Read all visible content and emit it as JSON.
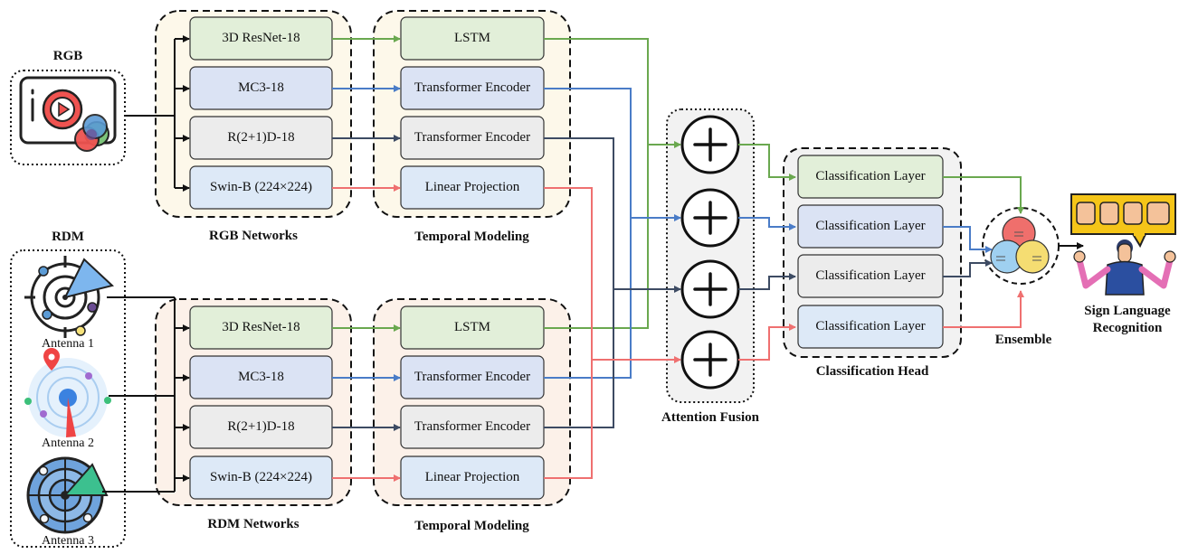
{
  "inputs": {
    "rgb_title": "RGB",
    "rdm_title": "RDM",
    "antenna_labels": [
      "Antenna 1",
      "Antenna 2",
      "Antenna 3"
    ]
  },
  "rgb_networks": {
    "group_label": "RGB Networks",
    "items": [
      "3D ResNet-18",
      "MC3-18",
      "R(2+1)D-18",
      "Swin-B (224×224)"
    ]
  },
  "rgb_temporal": {
    "group_label": "Temporal Modeling",
    "items": [
      "LSTM",
      "Transformer Encoder",
      "Transformer Encoder",
      "Linear Projection"
    ]
  },
  "rdm_networks": {
    "group_label": "RDM Networks",
    "items": [
      "3D ResNet-18",
      "MC3-18",
      "R(2+1)D-18",
      "Swin-B (224×224)"
    ]
  },
  "rdm_temporal": {
    "group_label": "Temporal Modeling",
    "items": [
      "LSTM",
      "Transformer Encoder",
      "Transformer Encoder",
      "Linear Projection"
    ]
  },
  "fusion": {
    "label": "Attention Fusion",
    "symbol": "+"
  },
  "classification_head": {
    "label": "Classification Head",
    "items": [
      "Classification Layer",
      "Classification Layer",
      "Classification Layer",
      "Classification Layer"
    ]
  },
  "ensemble": {
    "label": "Ensemble"
  },
  "output": {
    "label_line1": "Sign Language",
    "label_line2": "Recognition"
  },
  "colors": {
    "green": "#6aa84f",
    "blue": "#4a7cc7",
    "slate": "#3d4b63",
    "red": "#ef7070",
    "box_green": "#e2efd9",
    "box_blue": "#dbe3f4",
    "box_gray": "#ececec",
    "box_lightblue": "#dde9f7"
  }
}
